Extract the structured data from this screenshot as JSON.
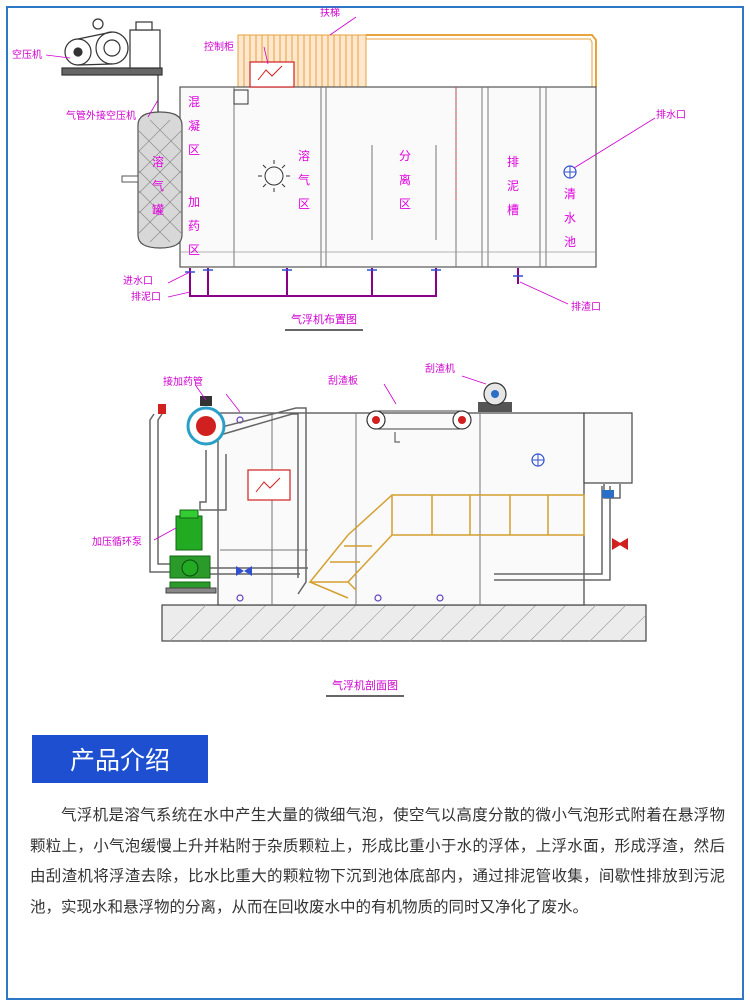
{
  "diagram_top": {
    "title": "气浮机布置图",
    "labels": {
      "compressor": "空压机",
      "air_pipe": "气管外接空压机",
      "ladder": "扶梯",
      "control_cabinet": "控制柜",
      "drain_outlet": "排水口",
      "inlet": "进水口",
      "sludge_outlet": "排泥口",
      "scum_outlet": "排渣口"
    },
    "zones": {
      "tank": "溶气罐",
      "coagulation": "混凝区",
      "dosing": "加药区",
      "dissolved": "溶气区",
      "separation": "分离区",
      "sludge_trough": "排泥槽",
      "clear_pool": "清水池"
    }
  },
  "diagram_section": {
    "title": "气浮机剖面图",
    "labels": {
      "dosing_pipe": "接加药管",
      "scraper_plate": "刮渣板",
      "scraper": "刮渣机",
      "pump": "加压循环泵"
    }
  },
  "intro": {
    "heading": "产品介绍",
    "body": "气浮机是溶气系统在水中产生大量的微细气泡，使空气以高度分散的微小气泡形式附着在悬浮物颗粒上，小气泡缓慢上升并粘附于杂质颗粒上，形成比重小于水的浮体，上浮水面，形成浮渣，然后由刮渣机将浮渣去除，比水比重大的颗粒物下沉到池体底部内，通过排泥管收集，间歇性排放到污泥池，实现水和悬浮物的分离，从而在回收废水中的有机物质的同时又净化了废水。"
  },
  "colors": {
    "frame": "#2e78c8",
    "heading_bg": "#1d4fd0",
    "label": "#d000d0",
    "pipe": "#8b008b",
    "ladder": "#e8a33a",
    "pump": "#22aa22"
  }
}
